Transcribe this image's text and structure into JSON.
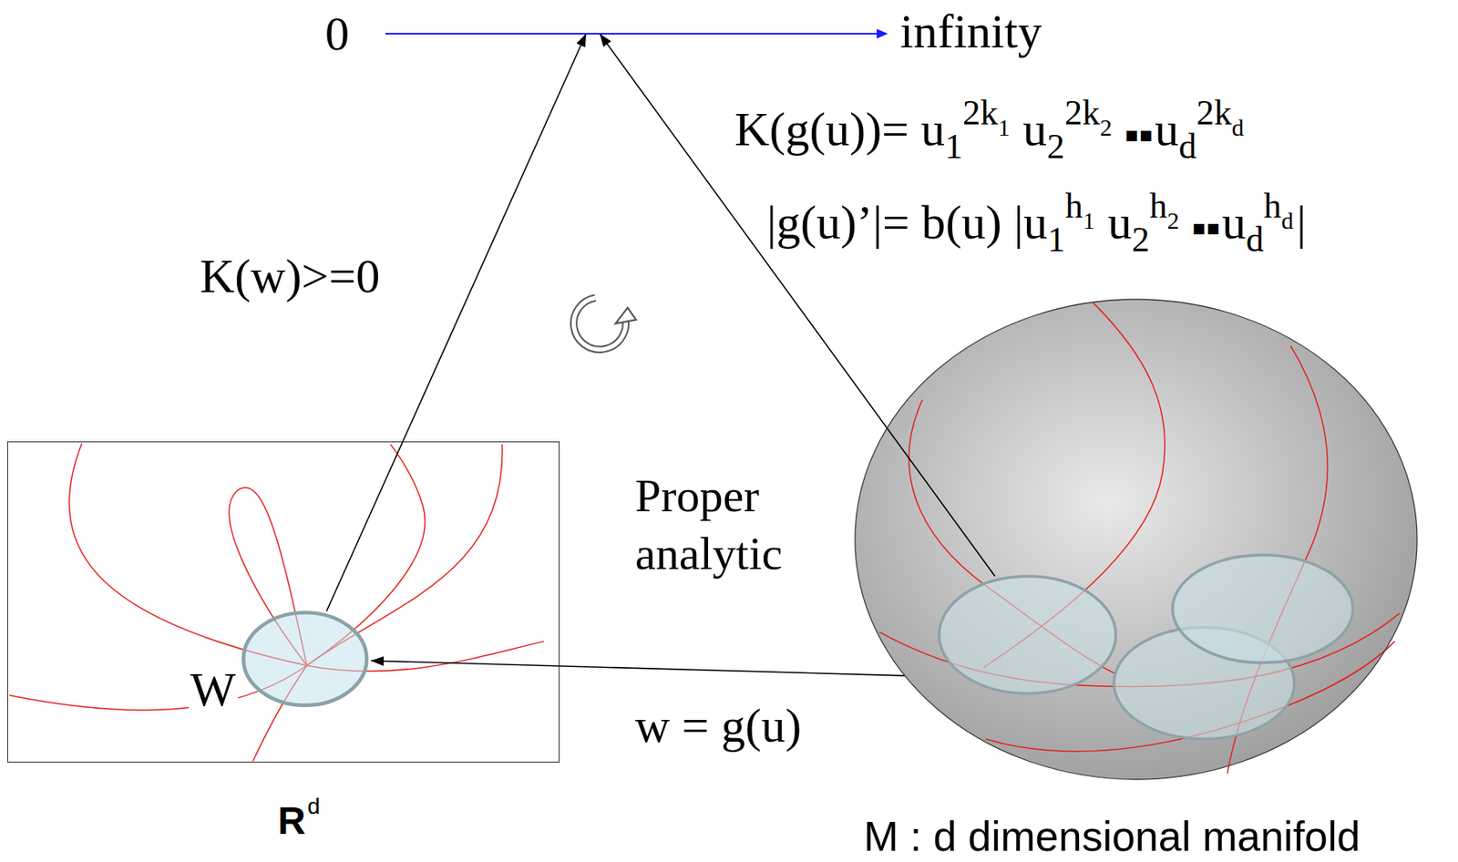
{
  "diagram": {
    "nodes": [
      {
        "text": [
          "0",
          "infinity"
        ]
      },
      {
        "text": [
          "R",
          "d"
        ]
      },
      {
        "text": [
          "W"
        ],
        "in": 1
      },
      {
        "text": [
          "M : d dimensional manifold"
        ]
      }
    ],
    "edges": [
      {
        "from": 2,
        "to": 0,
        "arrow": "to",
        "label": "K(w)>=0"
      },
      {
        "from": 3,
        "to": 0,
        "arrow": "to"
      },
      {
        "from": 3,
        "to": 2,
        "arrow": "to",
        "label": "w = g(u)"
      }
    ],
    "labels": [
      "K(g(u))= u",
      "1",
      "2k",
      "1",
      "u",
      "2",
      "2k",
      "2",
      "▪▪",
      "u",
      "d",
      "2k",
      "d",
      "|g(u)’|= b(u) |u",
      "1",
      "h",
      "1",
      "u",
      "2",
      "h",
      "2",
      "▪▪",
      "u",
      "d",
      "h",
      "d",
      "|",
      "Proper analytic"
    ]
  }
}
